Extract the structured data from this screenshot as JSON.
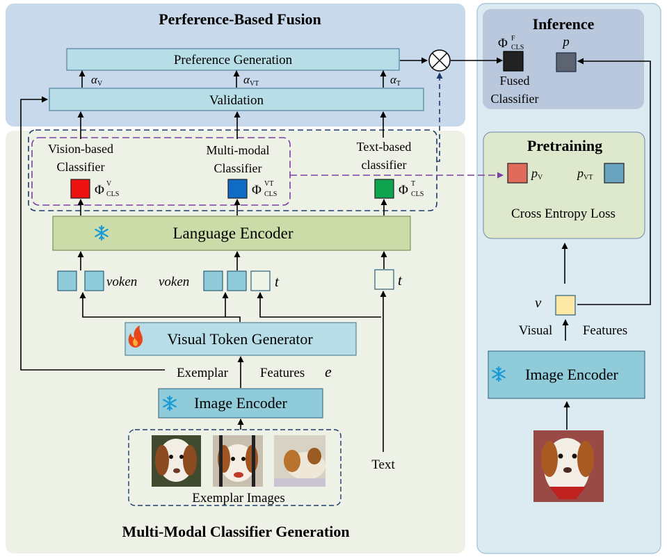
{
  "fusion": {
    "title": "Perference-Based Fusion",
    "preference_generation": "Preference Generation",
    "validation": "Validation",
    "alpha_v_main": "α",
    "alpha_v_sub": "V",
    "alpha_vt_main": "α",
    "alpha_vt_sub": "VT",
    "alpha_t_main": "α",
    "alpha_t_sub": "T"
  },
  "classifiers": {
    "vision_line1": "Vision-based",
    "vision_line2": "Classifier",
    "multi_line1": "Multi-modal",
    "multi_line2": "Classifier",
    "text_line1": "Text-based",
    "text_line2": "classifier",
    "phi": "Φ",
    "cls": "CLS",
    "sup_v": "V",
    "sup_vt": "VT",
    "sup_t": "T"
  },
  "generation": {
    "language_encoder": "Language Encoder",
    "voken_left": "voken",
    "voken_mid": "voken",
    "t_mid": "t",
    "t_right": "t",
    "visual_token_generator": "Visual Token Generator",
    "exemplar": "Exemplar",
    "features": "Features",
    "e": "e",
    "image_encoder": "Image Encoder",
    "exemplar_images": "Exemplar Images",
    "text": "Text",
    "title": "Multi-Modal Classifier Generation"
  },
  "inference": {
    "title": "Inference",
    "phi": "Φ",
    "sup_f": "F",
    "cls": "CLS",
    "p": "p",
    "fused_line1": "Fused",
    "fused_line2": "Classifier"
  },
  "pretraining": {
    "title": "Pretraining",
    "p": "p",
    "sub_v": "V",
    "sub_vt": "VT",
    "loss": "Cross Entropy Loss",
    "v": "v",
    "visual": "Visual",
    "features": "Features",
    "image_encoder": "Image Encoder"
  },
  "colors": {
    "fusion_bg": "#c9d9ec",
    "generation_bg": "#eef2e6",
    "right_panel_bg": "#dcebf2",
    "inference_bg": "#b9c8dc",
    "pretraining_bg": "#dde8cc",
    "box_blue": "#b7dde6",
    "encoder_green": "#cbdca9",
    "token_blue": "#8fcbd9",
    "token_light": "#eef5e6",
    "vision_red": "#ee1111",
    "multi_blue": "#0f6bc4",
    "text_green": "#0ea34f",
    "pv_red": "#e06a5c",
    "pvt_blue": "#6aa3bf",
    "purple": "#7b3fa3",
    "navy": "#1b3a6b"
  },
  "icons": [
    "snowflake-icon",
    "flame-icon",
    "otimes-icon",
    "dog-photo"
  ]
}
